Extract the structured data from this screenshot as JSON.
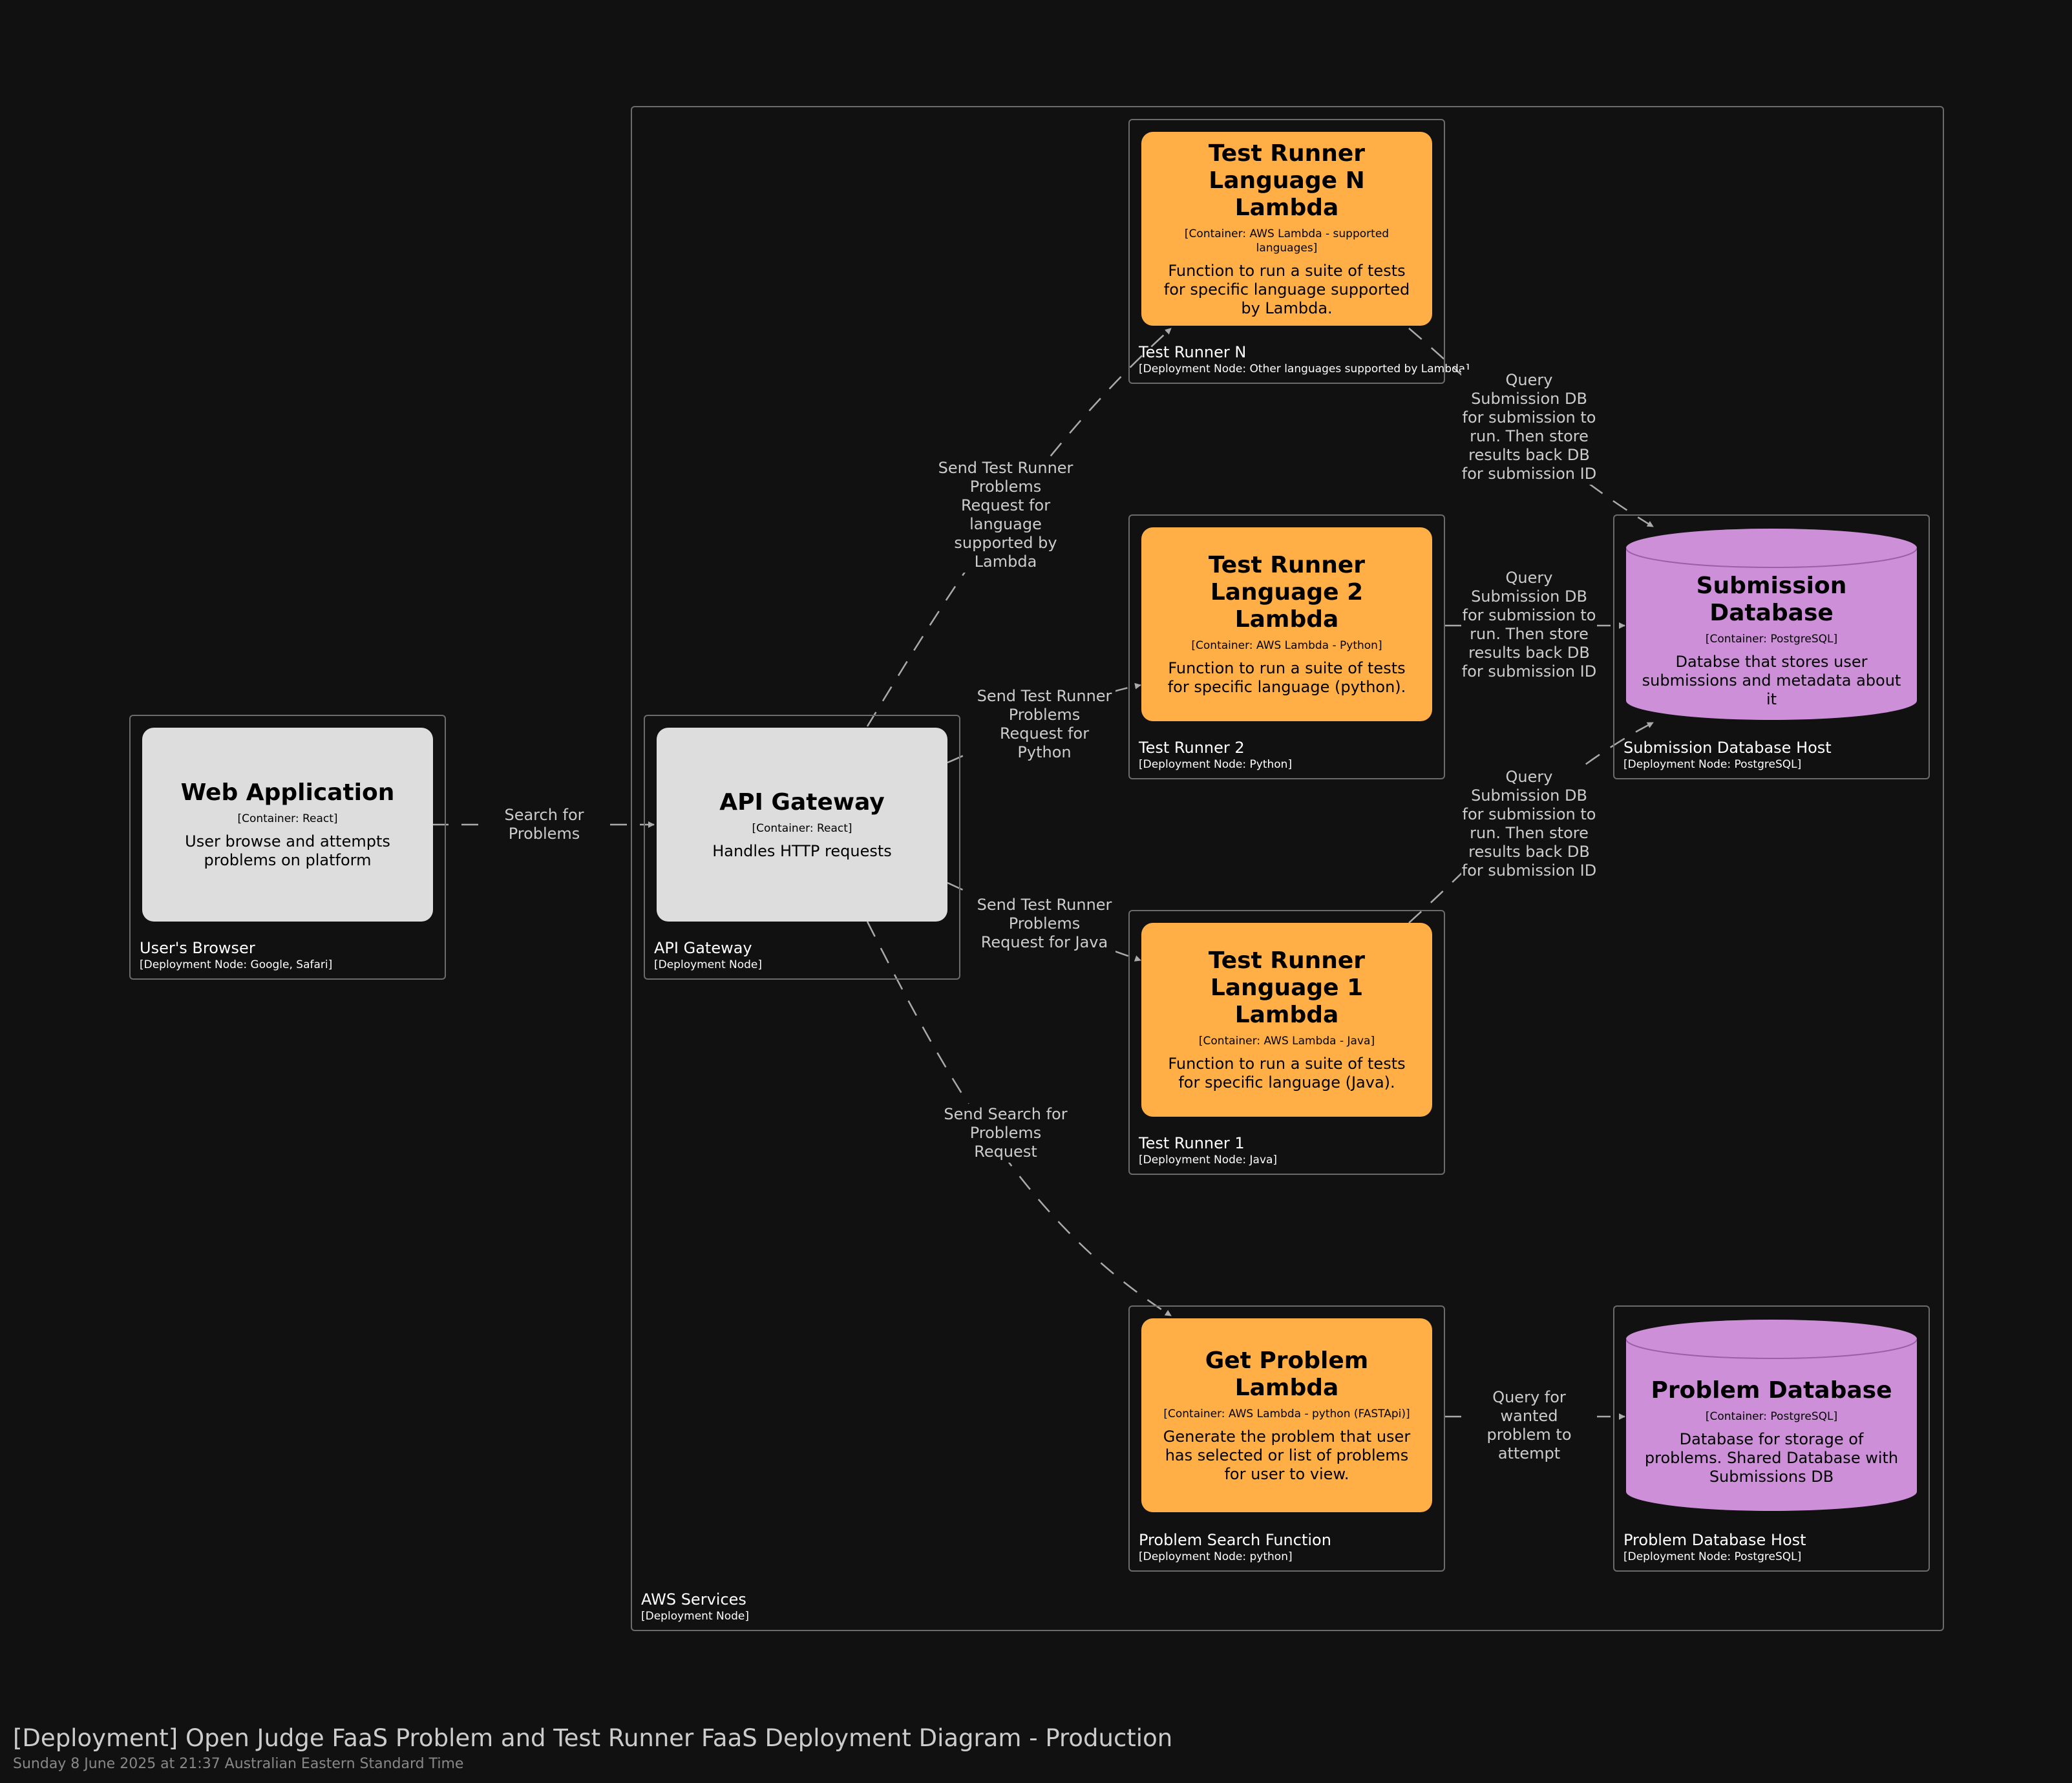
{
  "nodes": {
    "browser": {
      "name": "User's Browser",
      "tech": "[Deployment Node: Google, Safari]"
    },
    "gateway": {
      "name": "API Gateway",
      "tech": "[Deployment Node]"
    },
    "aws": {
      "name": "AWS Services",
      "tech": "[Deployment Node]"
    },
    "runner_n": {
      "name": "Test Runner N",
      "tech": "[Deployment Node: Other languages supported by Lambda]"
    },
    "runner_2": {
      "name": "Test Runner 2",
      "tech": "[Deployment Node: Python]"
    },
    "runner_1": {
      "name": "Test Runner 1",
      "tech": "[Deployment Node: Java]"
    },
    "problem_search": {
      "name": "Problem Search Function",
      "tech": "[Deployment Node: python]"
    },
    "submission_host": {
      "name": "Submission Database Host",
      "tech": "[Deployment Node: PostgreSQL]"
    },
    "problem_host": {
      "name": "Problem Database Host",
      "tech": "[Deployment Node: PostgreSQL]"
    }
  },
  "containers": {
    "web_app": {
      "title": "Web Application",
      "tech": "[Container: React]",
      "desc": "User browse and attempts problems on platform"
    },
    "api_gateway": {
      "title": "API Gateway",
      "tech": "[Container: React]",
      "desc": "Handles HTTP requests"
    },
    "runner_n": {
      "title": "Test Runner Language N Lambda",
      "tech": "[Container: AWS Lambda - supported languages]",
      "desc": "Function to run a suite of tests for specific language supported by Lambda."
    },
    "runner_2": {
      "title": "Test Runner Language 2 Lambda",
      "tech": "[Container: AWS Lambda - Python]",
      "desc": "Function to run a suite of tests for specific language (python)."
    },
    "runner_1": {
      "title": "Test Runner Language 1 Lambda",
      "tech": "[Container: AWS Lambda - Java]",
      "desc": "Function to run a suite of tests for specific language (Java)."
    },
    "get_problem": {
      "title": "Get Problem Lambda",
      "tech": "[Container: AWS Lambda - python (FASTApi)]",
      "desc": "Generate the problem that user has selected or list of problems for user to view."
    },
    "submission_db": {
      "title": "Submission Database",
      "tech": "[Container: PostgreSQL]",
      "desc": "Databse that stores user submissions and metadata about it"
    },
    "problem_db": {
      "title": "Problem Database",
      "tech": "[Container: PostgreSQL]",
      "desc": "Database for storage of problems. Shared Database with Submissions DB"
    }
  },
  "edges": {
    "search": "Search for\nProblems",
    "to_runner_n": "Send Test Runner\nProblems\nRequest for\nlanguage\nsupported by\nLambda",
    "to_runner_2": "Send Test Runner\nProblems\nRequest for\nPython",
    "to_runner_1": "Send Test Runner\nProblems\nRequest for Java",
    "to_get_problem": "Send Search for\nProblems\nRequest",
    "query_n": "Query\nSubmission DB\nfor submission to\nrun. Then store\nresults back DB\nfor submission ID",
    "query_2": "Query\nSubmission DB\nfor submission to\nrun. Then store\nresults back DB\nfor submission ID",
    "query_1": "Query\nSubmission DB\nfor submission to\nrun. Then store\nresults back DB\nfor submission ID",
    "query_problem": "Query for wanted\nproblem to\nattempt"
  },
  "footer": {
    "title": "[Deployment] Open Judge FaaS Problem and Test Runner FaaS Deployment Diagram - Production",
    "date": "Sunday 8 June 2025 at 21:37 Australian Eastern Standard Time"
  },
  "colors": {
    "background": "#111111",
    "grey_container": "#dddddd",
    "lambda": "#ffaf46",
    "database": "#cc8fd8",
    "edge": "#aaaaaa"
  }
}
